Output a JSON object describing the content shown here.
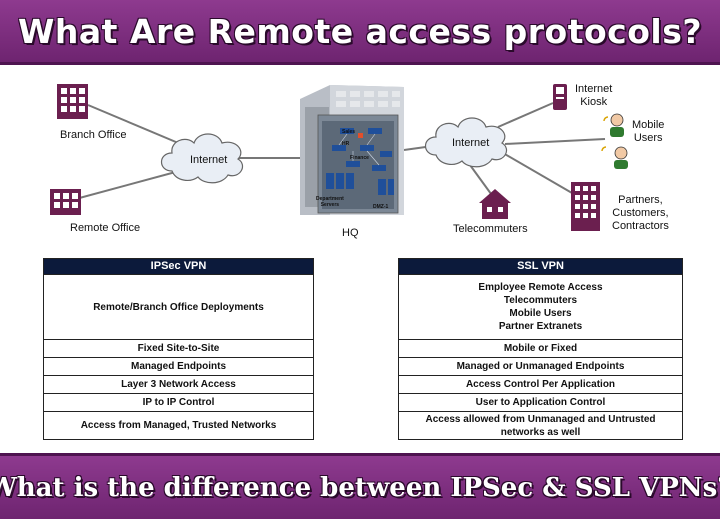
{
  "header": {
    "title": "What Are Remote access protocols?"
  },
  "footer": {
    "title": "What is the difference between IPSec & SSL VPNs?"
  },
  "diagram": {
    "branch_office": "Branch Office",
    "remote_office": "Remote Office",
    "internet_left": "Internet",
    "internet_right": "Internet",
    "hq": "HQ",
    "internet_kiosk_line1": "Internet",
    "internet_kiosk_line2": "Kiosk",
    "mobile_users_line1": "Mobile",
    "mobile_users_line2": "Users",
    "partners_line1": "Partners,",
    "partners_line2": "Customers,",
    "partners_line3": "Contractors",
    "telecommuters": "Telecommuters",
    "hq_sales": "Sales",
    "hq_hr": "HR",
    "hq_finance": "Finance",
    "hq_dept_line1": "Department",
    "hq_dept_line2": "Servers",
    "hq_dmz": "DMZ-1"
  },
  "ipsec_table": {
    "header": "IPSec VPN",
    "rows": [
      {
        "text": "Remote/Branch Office Deployments"
      },
      {
        "text": "Fixed Site-to-Site"
      },
      {
        "text": "Managed Endpoints"
      },
      {
        "text": "Layer 3 Network Access"
      },
      {
        "text": "IP to IP Control"
      },
      {
        "text": "Access from Managed, Trusted Networks"
      }
    ]
  },
  "ssl_table": {
    "header": "SSL VPN",
    "rows": [
      {
        "lines": [
          "Employee Remote Access",
          "Telecommuters",
          "Mobile Users",
          "Partner Extranets"
        ]
      },
      {
        "text": "Mobile or Fixed"
      },
      {
        "text": "Managed or Unmanaged Endpoints"
      },
      {
        "text": "Access Control Per Application"
      },
      {
        "text": "User to Application Control"
      },
      {
        "lines": [
          "Access allowed from Unmanaged and Untrusted",
          "networks as well"
        ]
      }
    ]
  },
  "colors": {
    "banner": "#7d2e80",
    "table_header": "#0c1a3b",
    "building": "#6b1f4f"
  }
}
